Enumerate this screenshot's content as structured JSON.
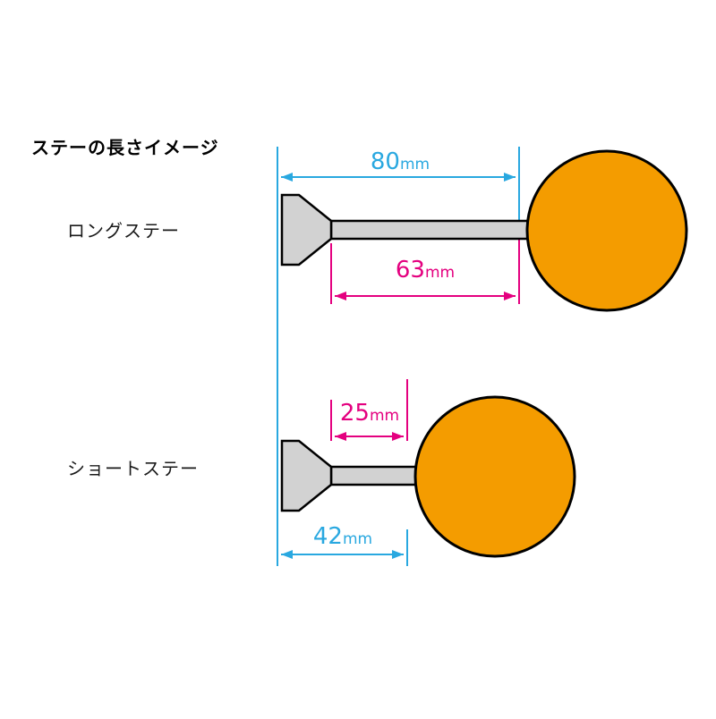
{
  "title": "ステーの長さイメージ",
  "long_stay": {
    "label": "ロングステー",
    "overall": {
      "value": "80",
      "unit": "mm"
    },
    "shaft": {
      "value": "63",
      "unit": "mm"
    }
  },
  "short_stay": {
    "label": "ショートステー",
    "shaft": {
      "value": "25",
      "unit": "mm"
    },
    "overall": {
      "value": "42",
      "unit": "mm"
    }
  },
  "colors": {
    "overall_dim": "#29A8E0",
    "shaft_dim": "#E4007F",
    "ball": "#F49C00",
    "stay": "#D2D2D2",
    "outline": "#000000"
  }
}
